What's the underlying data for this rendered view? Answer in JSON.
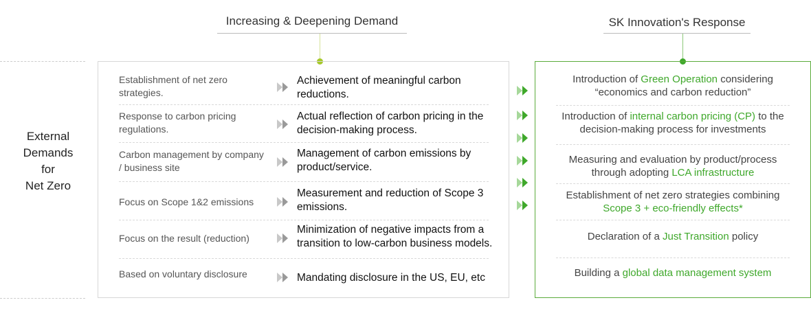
{
  "headers": {
    "demand": "Increasing & Deepening Demand",
    "response": "SK Innovation's Response"
  },
  "side_label": [
    "External",
    "Demands",
    "for",
    "Net Zero"
  ],
  "rows": [
    {
      "from": "Establishment of net zero strategies.",
      "to": "Achievement of meaningful carbon reductions."
    },
    {
      "from": "Response to carbon pricing regulations.",
      "to": "Actual reflection of carbon pricing in the decision-making process."
    },
    {
      "from": "Carbon management by company / business site",
      "to": "Management of carbon emissions by product/service."
    },
    {
      "from": "Focus on Scope 1&2 emissions",
      "to": "Measurement and reduction of Scope 3 emissions."
    },
    {
      "from": "Focus on the result (reduction)",
      "to": "Minimization of negative impacts from a transition to low-carbon business models."
    },
    {
      "from": "Based on voluntary disclosure",
      "to": "Mandating disclosure in the US, EU, etc"
    }
  ],
  "responses": [
    {
      "pre": "Introduction of ",
      "hl": "Green Operation",
      "post": " considering “economics and carbon reduction”"
    },
    {
      "pre": "Introduction of ",
      "hl": "internal carbon pricing (CP)",
      "post": " to the decision-making process for investments"
    },
    {
      "pre": "Measuring and evaluation by product/process through  adopting ",
      "hl": "LCA infrastructure",
      "post": ""
    },
    {
      "pre": "Establishment of net zero strategies combining ",
      "hl": "Scope 3 +  eco-friendly effects*",
      "post": ""
    },
    {
      "pre": "Declaration of a ",
      "hl": "Just Transition",
      "post": " policy"
    },
    {
      "pre": "Building a ",
      "hl": "global data management system",
      "post": ""
    }
  ],
  "colors": {
    "accent_green": "#3fa82b",
    "demand_dot": "#a6c82a",
    "arrow_gray": "#9a9a9a",
    "arrow_green": "#3fa82b",
    "response_border": "#5aab3a"
  },
  "icons": {
    "row_arrow": "double-chevron-right-icon",
    "gap_arrow": "double-chevron-right-icon"
  }
}
